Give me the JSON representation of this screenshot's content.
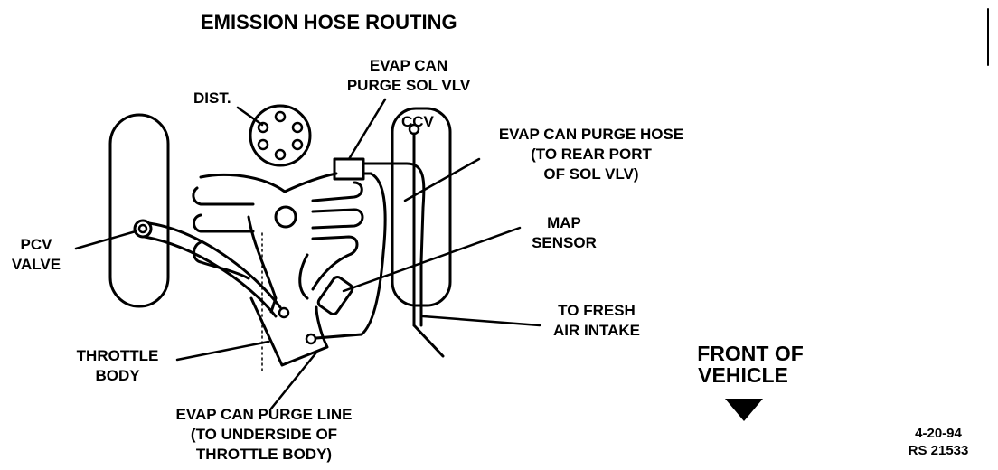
{
  "title": "EMISSION HOSE ROUTING",
  "labels": {
    "evap_can_purge_sol_vlv": [
      "EVAP CAN",
      "PURGE SOL VLV"
    ],
    "dist": "DIST.",
    "ccv": "CCV",
    "evap_can_purge_hose": [
      "EVAP CAN PURGE HOSE",
      "(TO REAR PORT",
      "OF SOL VLV)"
    ],
    "pcv_valve": [
      "PCV",
      "VALVE"
    ],
    "map_sensor": [
      "MAP",
      "SENSOR"
    ],
    "to_fresh_air_intake": [
      "TO FRESH",
      "AIR INTAKE"
    ],
    "throttle_body": [
      "THROTTLE",
      "BODY"
    ],
    "evap_can_purge_line": [
      "EVAP CAN PURGE LINE",
      "(TO UNDERSIDE OF",
      "THROTTLE BODY)"
    ],
    "front_of_vehicle": [
      "FRONT OF",
      "VEHICLE"
    ]
  },
  "footer": {
    "date": "4-20-94",
    "ref": "RS 21533"
  },
  "icons": {
    "front_arrow": "down-arrow-icon"
  }
}
